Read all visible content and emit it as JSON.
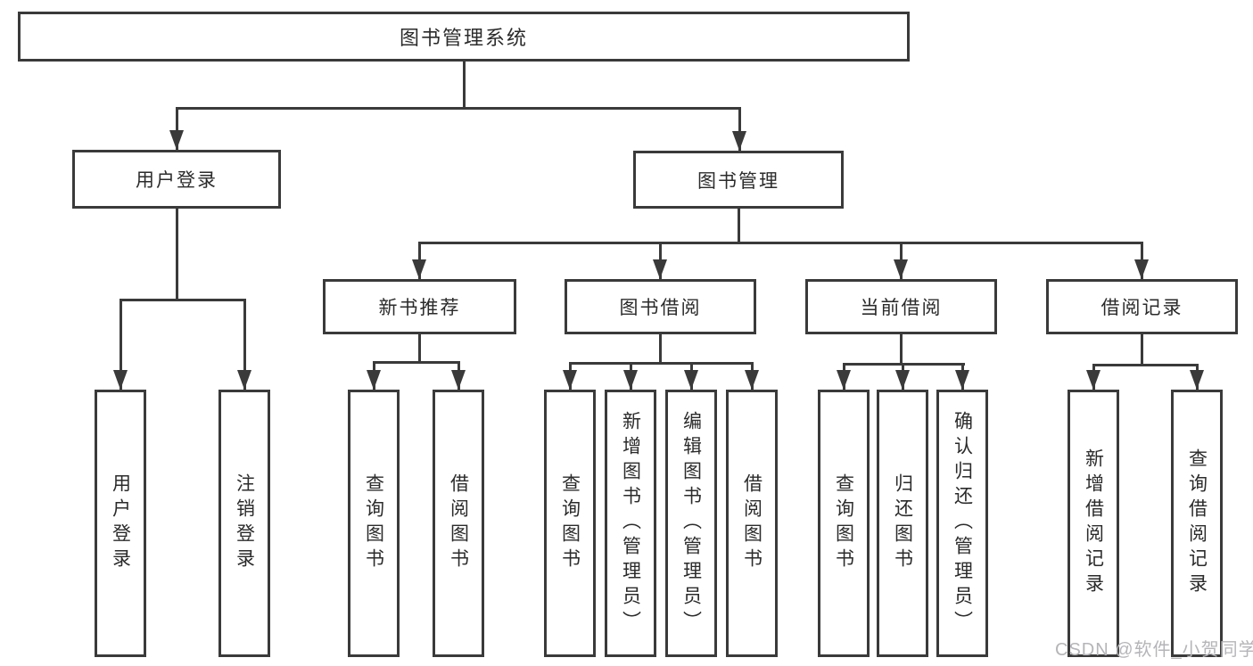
{
  "diagram_title": "图书管理系统",
  "tree": {
    "label": "图书管理系统",
    "children": [
      {
        "label": "用户登录",
        "children": [
          {
            "label": "用户登录"
          },
          {
            "label": "注销登录"
          }
        ]
      },
      {
        "label": "图书管理",
        "children": [
          {
            "label": "新书推荐",
            "children": [
              {
                "label": "查询图书"
              },
              {
                "label": "借阅图书"
              }
            ]
          },
          {
            "label": "图书借阅",
            "children": [
              {
                "label": "查询图书"
              },
              {
                "label": "新增图书（管理员）"
              },
              {
                "label": "编辑图书（管理员）"
              },
              {
                "label": "借阅图书"
              }
            ]
          },
          {
            "label": "当前借阅",
            "children": [
              {
                "label": "查询图书"
              },
              {
                "label": "归还图书"
              },
              {
                "label": "确认归还（管理员）"
              }
            ]
          },
          {
            "label": "借阅记录",
            "children": [
              {
                "label": "新增借阅记录"
              },
              {
                "label": "查询借阅记录"
              }
            ]
          }
        ]
      }
    ]
  },
  "watermark": "CSDN @软件_小贺同学",
  "colors": {
    "line": "#3a3a3a",
    "text": "#2b2b2b",
    "watermark": "#b5b5b9",
    "background": "#ffffff"
  }
}
